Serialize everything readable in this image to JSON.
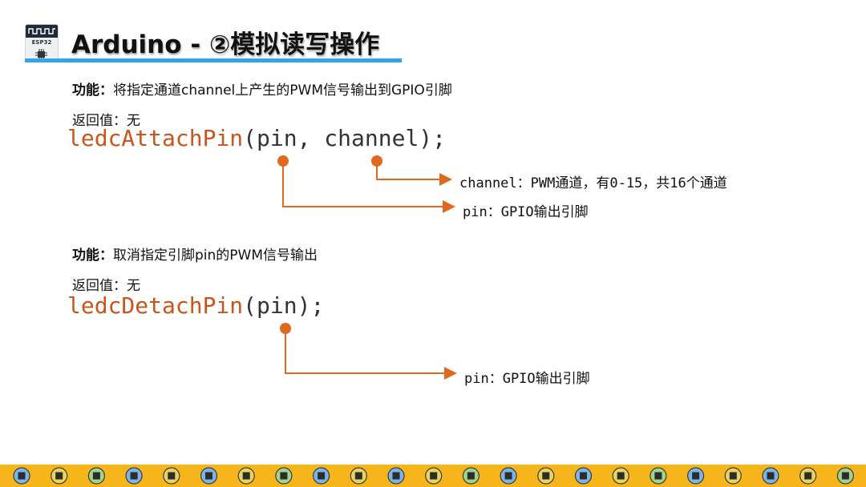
{
  "header": {
    "logo_text": "ESP32",
    "title": "Arduino - ②模拟读写操作"
  },
  "section1": {
    "func_label": "功能：",
    "func_text": "将指定通道channel上产生的PWM信号输出到GPIO引脚",
    "return_label": "返回值：",
    "return_text": "无",
    "code_fn": "ledcAttachPin",
    "code_args": "(pin, channel);",
    "notes": [
      "channel：PWM通道，有0-15，共16个通道",
      "pin：GPIO输出引脚"
    ]
  },
  "section2": {
    "func_label": "功能：",
    "func_text": "取消指定引脚pin的PWM信号输出",
    "return_label": "返回值：",
    "return_text": "无",
    "code_fn": "ledcDetachPin",
    "code_args": "(pin);",
    "notes": [
      "pin：GPIO输出引脚"
    ]
  },
  "colors": {
    "accent_orange": "#e0691f",
    "title_underline": "#2ea7e8",
    "footer": "#f6b51a"
  },
  "icons": [
    "esp32-chip-icon",
    "footer-chip-icon"
  ]
}
